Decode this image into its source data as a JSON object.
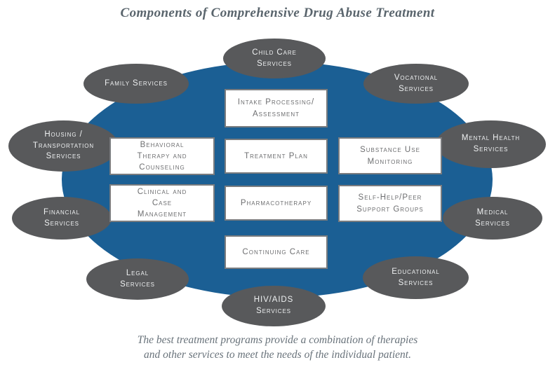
{
  "title": "Components of Comprehensive Drug Abuse Treatment",
  "caption": {
    "line1": "The best treatment programs provide a combination of therapies",
    "line2": "and other services to meet the needs of the individual patient."
  },
  "colors": {
    "center_ellipse": "#1b5f94",
    "satellite_ellipse": "#58595b",
    "satellite_text": "#eef0f1",
    "box_border": "#7a7c7f",
    "box_text": "#6d6e70",
    "title_text": "#5a656d"
  },
  "satellites": [
    {
      "id": "child-care-services",
      "label": "Child Care Services"
    },
    {
      "id": "family-services",
      "label": "Family Services"
    },
    {
      "id": "vocational-services",
      "label": "Vocational Services"
    },
    {
      "id": "housing-transportation-services",
      "label": "Housing / Transportation Services"
    },
    {
      "id": "mental-health-services",
      "label": "Mental Health Services"
    },
    {
      "id": "financial-services",
      "label": "Financial Services"
    },
    {
      "id": "medical-services",
      "label": "Medical Services"
    },
    {
      "id": "legal-services",
      "label": "Legal Services"
    },
    {
      "id": "educational-services",
      "label": "Educational Services"
    },
    {
      "id": "hiv-aids-services",
      "label": "HIV/AIDS Services"
    }
  ],
  "core_components": [
    {
      "id": "intake-processing-assessment",
      "label": "Intake Processing/ Assessment"
    },
    {
      "id": "behavioral-therapy-and-counseling",
      "label": "Behavioral Therapy and Counseling"
    },
    {
      "id": "treatment-plan",
      "label": "Treatment Plan"
    },
    {
      "id": "substance-use-monitoring",
      "label": "Substance Use Monitoring"
    },
    {
      "id": "clinical-and-case-management",
      "label": "Clinical and Case Management"
    },
    {
      "id": "pharmacotherapy",
      "label": "Pharmacotherapy"
    },
    {
      "id": "self-help-peer-support-groups",
      "label": "Self-Help/Peer Support Groups"
    },
    {
      "id": "continuing-care",
      "label": "Continuing Care"
    }
  ]
}
